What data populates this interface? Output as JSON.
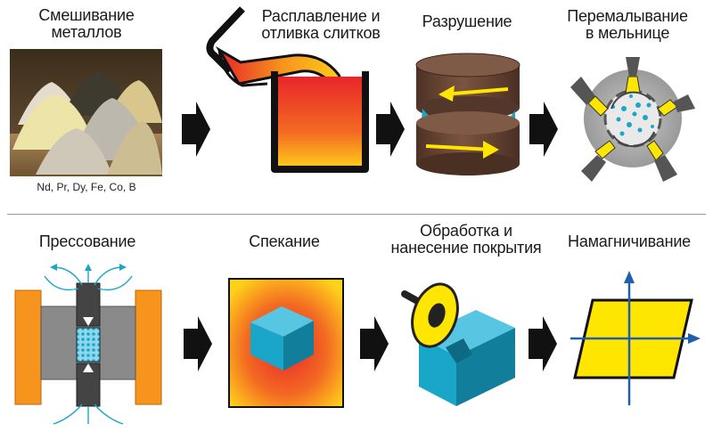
{
  "colors": {
    "arrow": "#111111",
    "accent_yellow": "#ffe600",
    "accent_cyan": "#1aa6c8",
    "accent_orange": "#f7941d",
    "accent_red": "#e8262b",
    "grinder_brown": "#6b4634",
    "divider": "#9a9a9a"
  },
  "steps": [
    {
      "label": "Смешивание\nметаллов",
      "sublabel": "Nd, Pr, Dy, Fe, Co, B",
      "icon": "metal-powder-piles-image"
    },
    {
      "label": "Расплавление и\nотливка слитков",
      "icon": "molten-metal-mold-icon"
    },
    {
      "label": "Разрушение",
      "icon": "crushing-rollers-icon"
    },
    {
      "label": "Перемалывание\nв мельнице",
      "icon": "jet-mill-icon"
    },
    {
      "label": "Прессование",
      "icon": "magnetic-press-icon"
    },
    {
      "label": "Спекание",
      "icon": "sintering-furnace-icon"
    },
    {
      "label": "Обработка и\nнанесение покрытия",
      "icon": "cutting-disc-icon"
    },
    {
      "label": "Намагничивание",
      "icon": "hysteresis-loop-icon"
    }
  ]
}
